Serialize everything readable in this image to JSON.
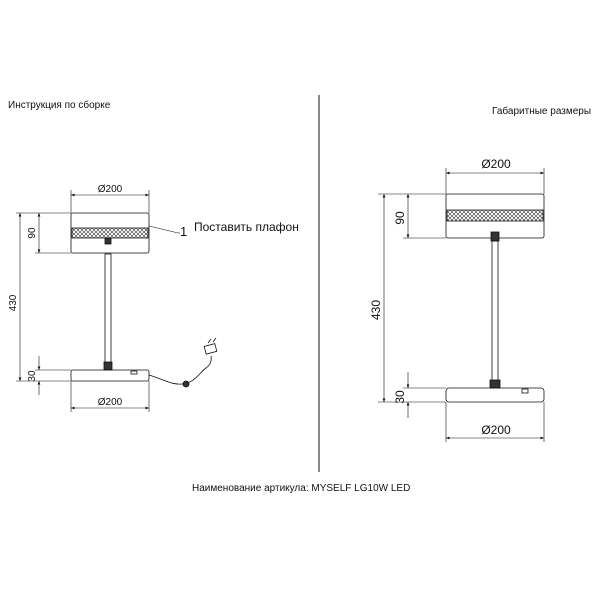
{
  "left_panel": {
    "title": "Инструкция по сборке",
    "dims": {
      "shade_diameter": "Ø200",
      "shade_height": "90",
      "total_height": "430",
      "base_height": "30",
      "base_diameter": "Ø200"
    },
    "callout": {
      "number": "1",
      "text": "Поставить плафон"
    }
  },
  "right_panel": {
    "title": "Габаритные размеры",
    "dims": {
      "shade_diameter": "Ø200",
      "shade_height": "90",
      "total_height": "430",
      "base_height": "30",
      "base_diameter": "Ø200"
    }
  },
  "footer": {
    "article_name": "Наименование артикула: MYSELF LG10W LED"
  }
}
